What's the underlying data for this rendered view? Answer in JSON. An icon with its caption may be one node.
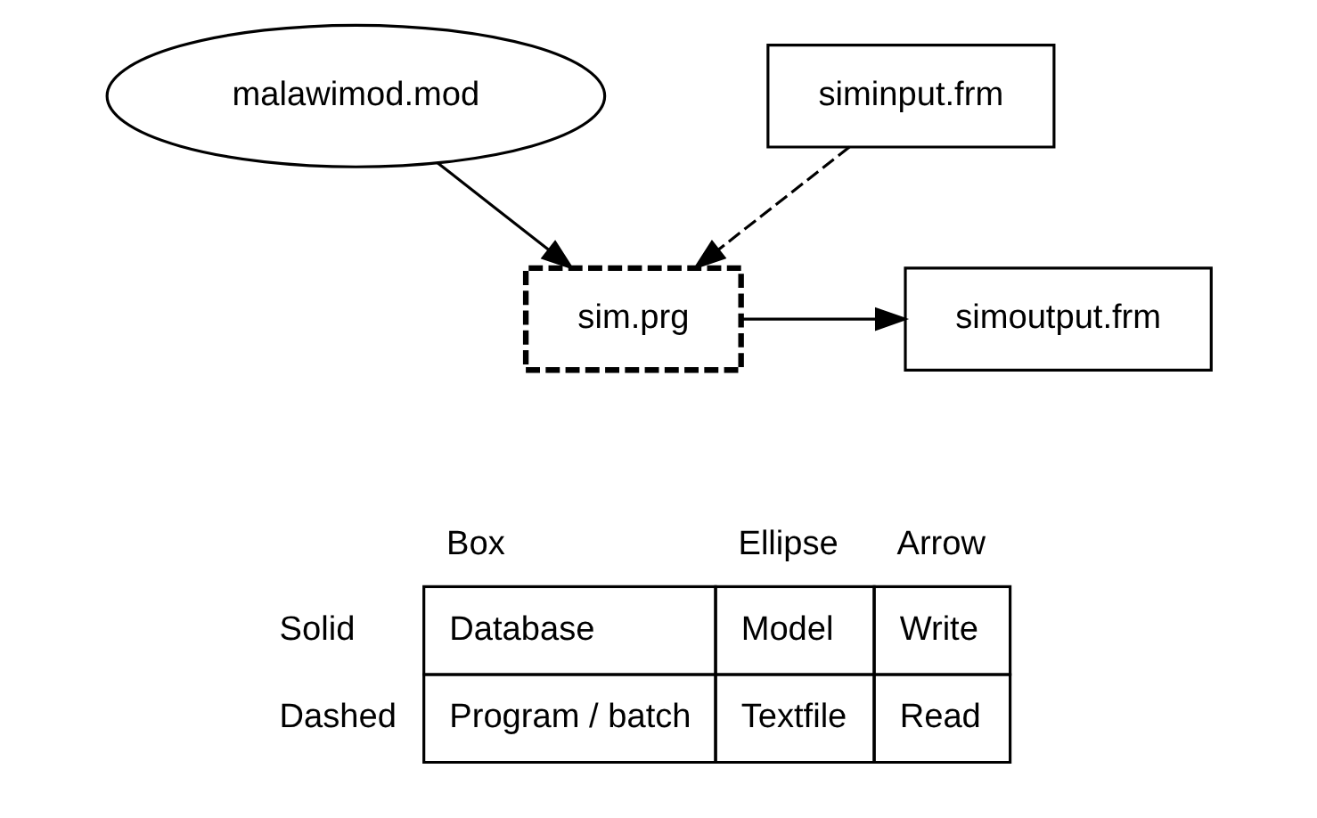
{
  "diagram": {
    "nodes": [
      {
        "text": [
          "malawimod.mod"
        ]
      },
      {
        "text": [
          "sim.prg"
        ]
      },
      {
        "text": [
          "siminput.frm"
        ]
      },
      {
        "text": [
          "simoutput.frm"
        ]
      }
    ],
    "edges": [
      {
        "from": 0,
        "to": 1,
        "arrow": "to"
      },
      {
        "from": 2,
        "to": 1,
        "arrow": "to",
        "style": "dashed"
      },
      {
        "from": 1,
        "to": 3,
        "arrow": "to"
      }
    ],
    "labels": [
      "Box",
      "Ellipse",
      "Arrow",
      "Solid",
      "Database",
      "Model",
      "Write",
      "Dashed",
      "Program / batch",
      "Textfile",
      "Read"
    ]
  }
}
